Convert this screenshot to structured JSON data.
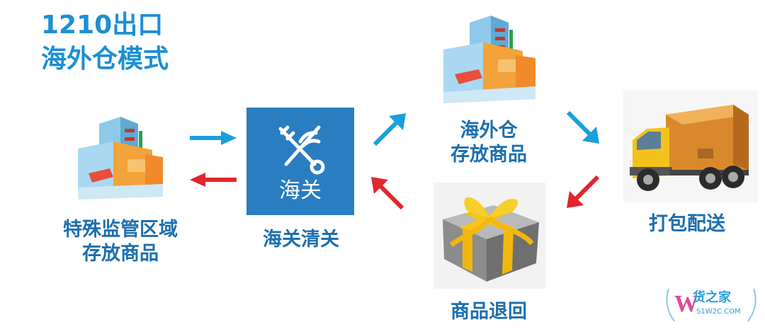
{
  "title_lines": [
    "1210出口",
    "海外仓模式"
  ],
  "nodes": {
    "special_zone": {
      "lines": [
        "特殊监管区域",
        "存放商品"
      ]
    },
    "customs": {
      "icon_text": "海关",
      "label": "海关清关"
    },
    "overseas_warehouse": {
      "lines": [
        "海外仓",
        "存放商品"
      ]
    },
    "delivery": {
      "label": "打包配送"
    },
    "returns": {
      "label": "商品退回"
    }
  },
  "watermark": {
    "brand": "货之家",
    "domain": "S1W2C.COM"
  },
  "colors": {
    "title_blue": "#1c8fd3",
    "label_blue": "#1c6fb0",
    "customs_box": "#2a7dc1",
    "arrow_blue": "#1b9fdc",
    "arrow_red": "#e0262e"
  }
}
